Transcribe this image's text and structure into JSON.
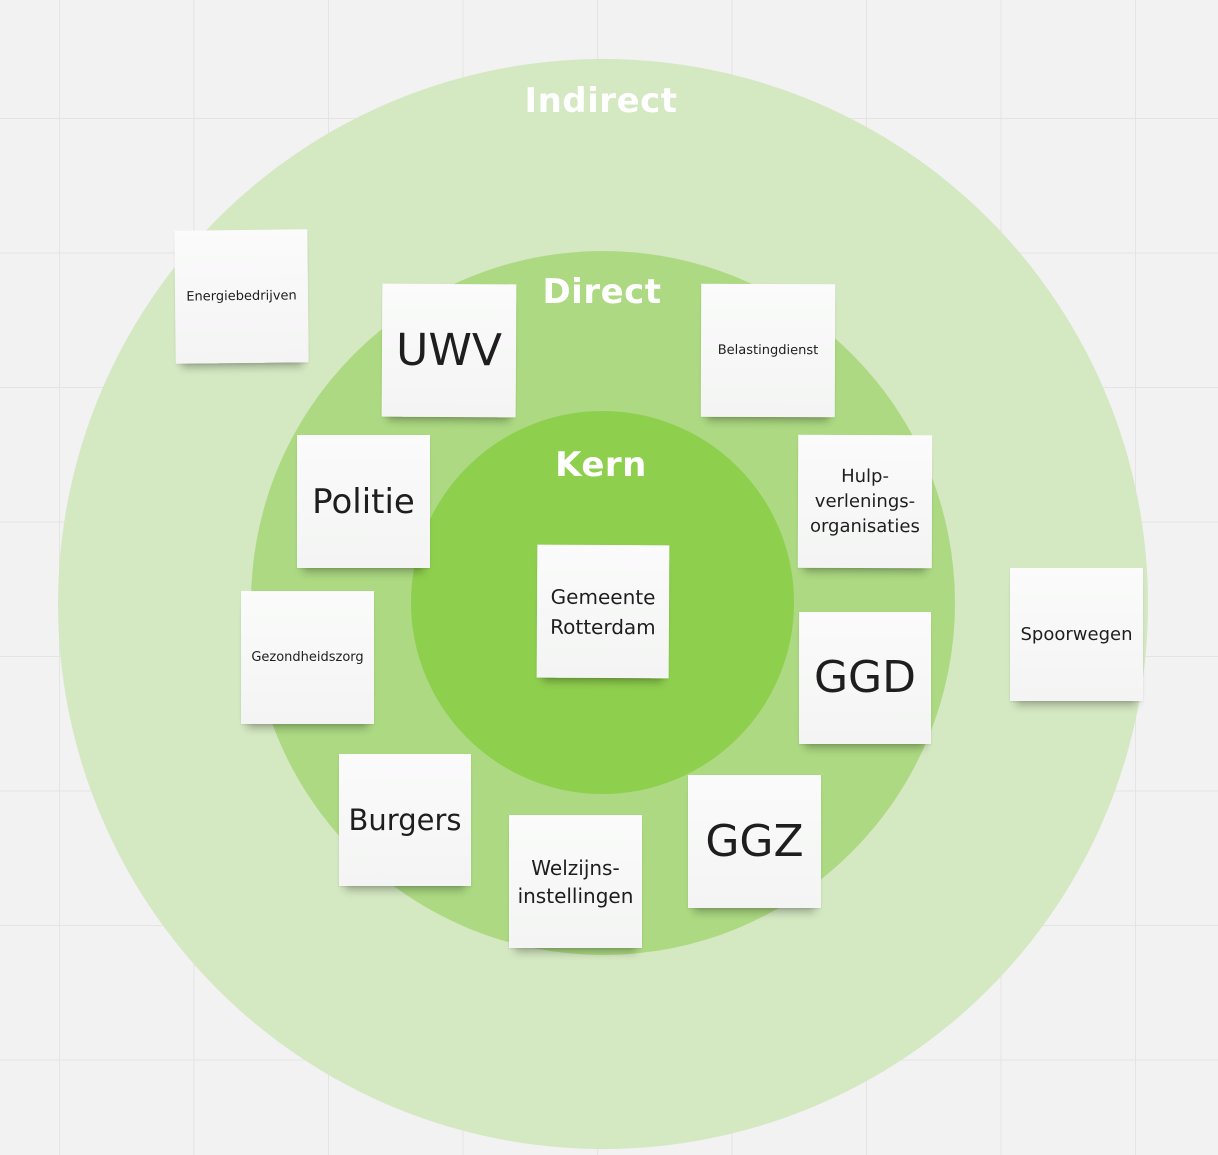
{
  "colors": {
    "background": "#f2f2f2",
    "grid": "#e4e4e4",
    "ring_indirect": "#d4e8c2",
    "ring_direct": "#acd982",
    "ring_kern": "#8fcf4e",
    "label": "#ffffff",
    "note": "#f6f7f6",
    "note_text": "#1e1e1e"
  },
  "rings": {
    "indirect": "Indirect",
    "direct": "Direct",
    "kern": "Kern"
  },
  "notes": {
    "energiebedrijven": "Energiebedrijven",
    "uwv": "UWV",
    "belastingdienst": "Belastingdienst",
    "politie": "Politie",
    "hulpverleningsorganisaties": "Hulp-\nverlenings-\norganisaties",
    "gemeente_rotterdam": "Gemeente\nRotterdam",
    "spoorwegen": "Spoorwegen",
    "gezondheidszorg": "Gezondheidszorg",
    "ggd": "GGD",
    "burgers": "Burgers",
    "welzijnsinstellingen": "Welzijns-\ninstellingen",
    "ggz": "GGZ"
  }
}
